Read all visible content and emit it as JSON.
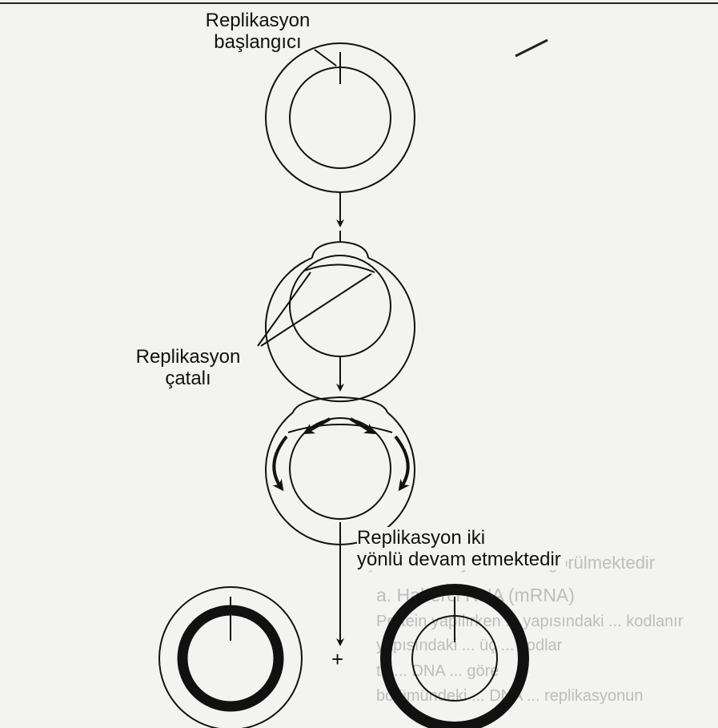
{
  "labels": {
    "origin_line1": "Replikasyon",
    "origin_line2": "başlangıcı",
    "fork_line1": "Replikasyon",
    "fork_line2": "çatalı",
    "bidir_line1": "Replikasyon iki",
    "bidir_line2": "yönlü devam etmektedir",
    "plus": "+"
  },
  "bleed_text": {
    "line1": "Şekil ... ökaryotlarda ... görülmektedir",
    "line2": "a. Haberci RNA (mRNA)",
    "line3": "Protein yapılırken ... yapısındaki ... kodlanır",
    "line4": "yapısındaki ... üç ... kodlar",
    "line5": "tir ... DNA ... göre",
    "line6": "bölümündeki ... DNA ... replikasyonun"
  },
  "colors": {
    "ink": "#111111",
    "paper": "#f3f3f1",
    "bleed": "#bdbdbd"
  }
}
